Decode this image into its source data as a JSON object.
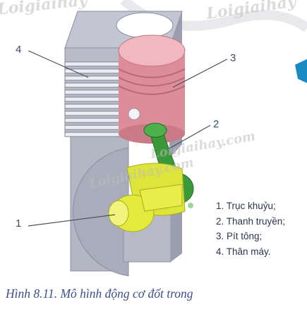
{
  "callouts": {
    "n1": "1",
    "n2": "2",
    "n3": "3",
    "n4": "4"
  },
  "legend": {
    "item1": "1. Trục khuỷu;",
    "item2": "2. Thanh truyền;",
    "item3": "3. Pít tông;",
    "item4": "4. Thân máy."
  },
  "caption": "Hình 8.11. Mô hình động cơ đốt trong",
  "watermarks": {
    "w1": "Loigiaihay",
    "w2": "Loigiaihay",
    "w3": "Loigiaihay.com",
    "w4": "Loigiaihay.com"
  },
  "colors": {
    "block": "#b9bcc8",
    "block_dark": "#8f93a3",
    "piston": "#e0909c",
    "rod": "#3a9a3a",
    "crank": "#e4ea3c",
    "accent_blue": "#1a8ac2"
  }
}
